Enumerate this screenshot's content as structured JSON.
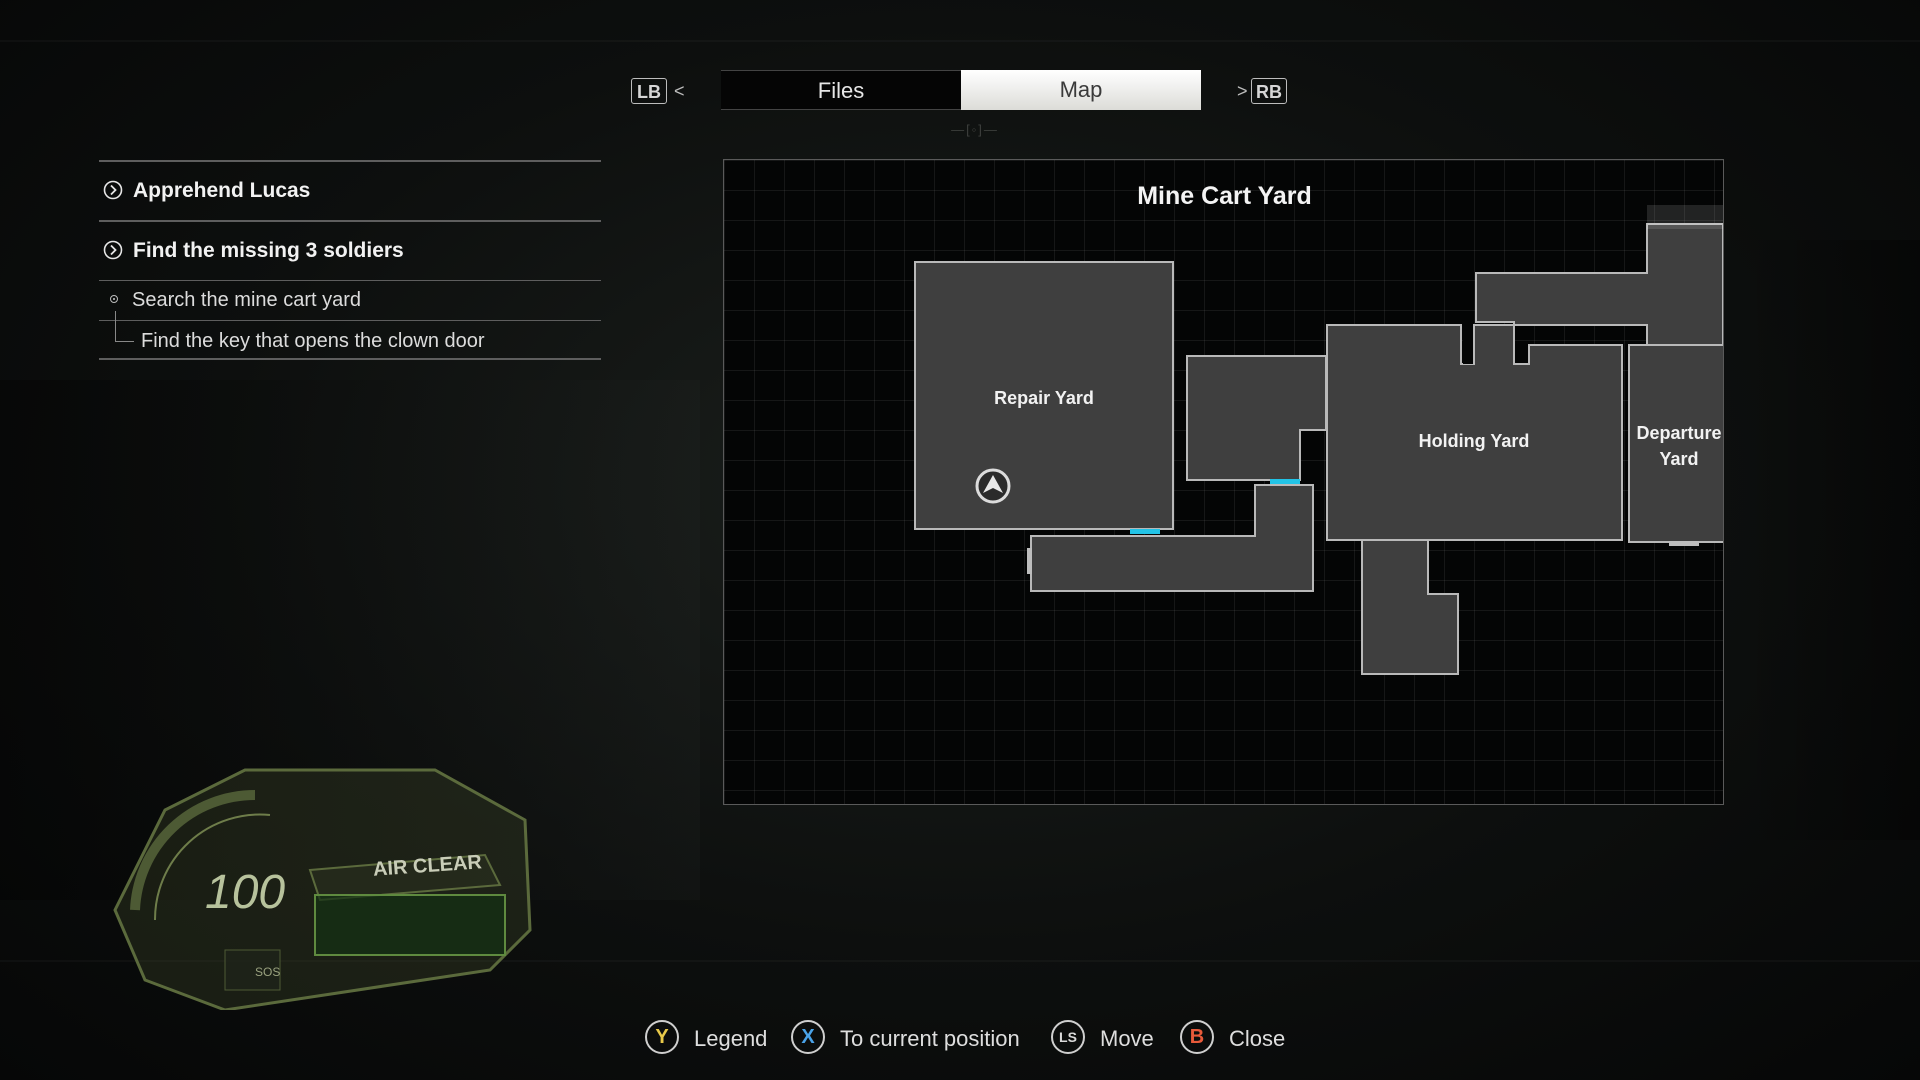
{
  "tabs": {
    "left_hint": "LB",
    "right_hint": "RB",
    "left_arrow": "<",
    "right_arrow": ">",
    "files": "Files",
    "map": "Map",
    "deco": "—[◦]—"
  },
  "objectives": {
    "main": [
      {
        "label": "Apprehend Lucas"
      },
      {
        "label": "Find the missing 3 soldiers"
      }
    ],
    "sub": "Search the mine cart yard",
    "subsub": "Find the key that opens the clown door"
  },
  "map": {
    "title": "Mine Cart Yard",
    "rooms": {
      "repair": "Repair Yard",
      "holding": "Holding Yard",
      "departure_1": "Departure",
      "departure_2": "Yard"
    },
    "door_color": "#22c3e6",
    "room_fill": "#3f3f3f",
    "room_stroke": "#b9b9b9"
  },
  "hud": {
    "oxygen": "100",
    "status": "AIR CLEAR",
    "small_code": "SOS"
  },
  "controls": [
    {
      "key": "Y",
      "label": "Legend",
      "color": "#e8c94a"
    },
    {
      "key": "X",
      "label": "To current position",
      "color": "#4aa3e8"
    },
    {
      "key": "LS",
      "label": "Move",
      "color": "#d9d9d9"
    },
    {
      "key": "B",
      "label": "Close",
      "color": "#e85a3a"
    }
  ]
}
